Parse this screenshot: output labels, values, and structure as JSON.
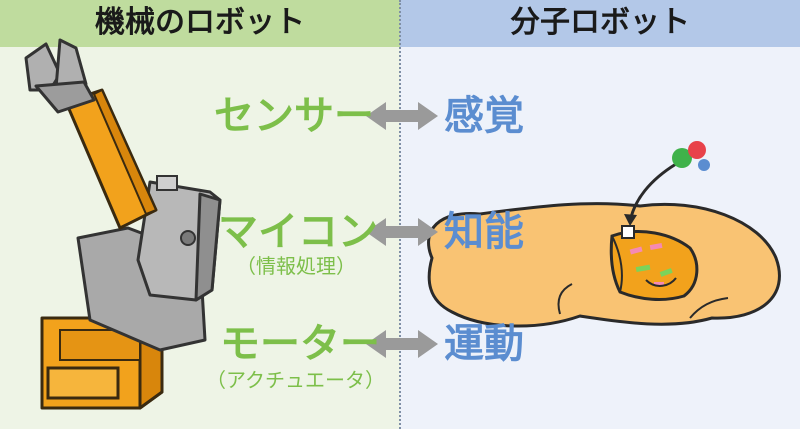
{
  "header": {
    "left_title": "機械のロボット",
    "right_title": "分子ロボット"
  },
  "rows": [
    {
      "left": "センサー",
      "left_sub": "",
      "right": "感覚"
    },
    {
      "left": "マイコン",
      "left_sub": "（情報処理）",
      "right": "知能"
    },
    {
      "left": "モーター",
      "left_sub": "（アクチュエータ）",
      "right": "運動"
    }
  ],
  "colors": {
    "left_header": "#bfdc9e",
    "right_header": "#b3c8e8",
    "left_text": "#7dbf4a",
    "right_text": "#5b8dd0",
    "arrow": "#9a9a9a",
    "robot_arm": "#f2a21c",
    "cell": "#f9c373"
  },
  "icons": [
    "robot-arm-illustration",
    "molecular-robot-cell-illustration",
    "double-arrow-icon"
  ]
}
